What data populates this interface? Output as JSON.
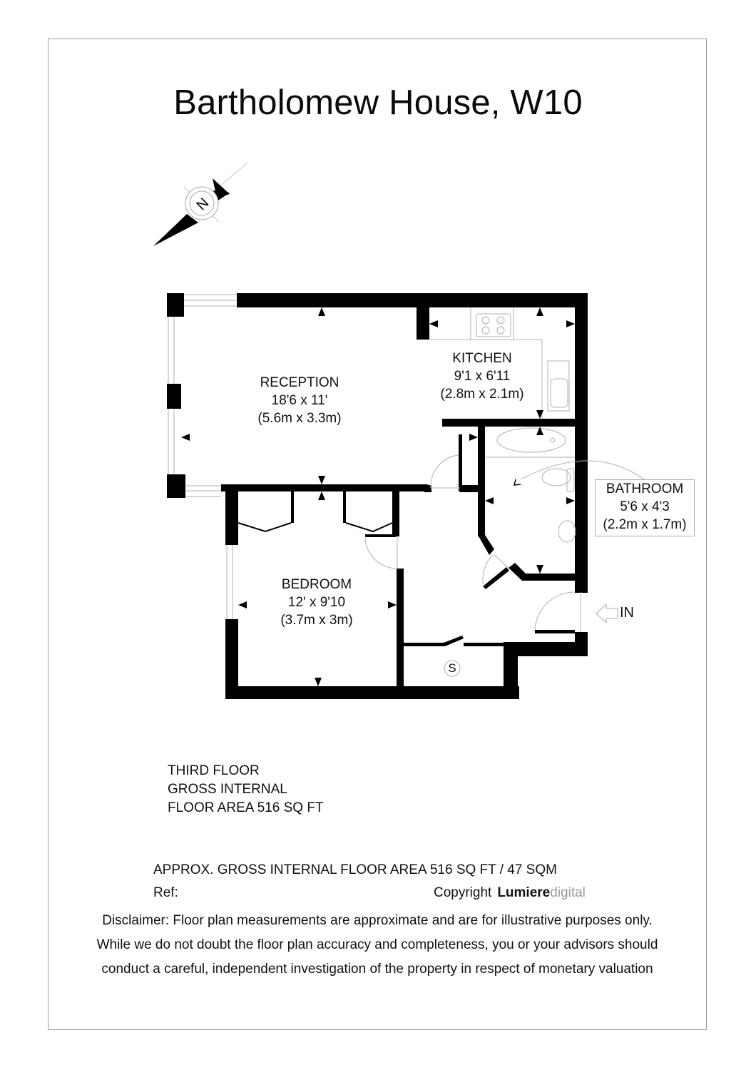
{
  "title": "Bartholomew House, W10",
  "compass": {
    "label": "N",
    "icon": "north-arrow-compass"
  },
  "rooms": {
    "reception": {
      "name": "RECEPTION",
      "imperial": "18'6 x 11'",
      "metric": "(5.6m x 3.3m)"
    },
    "kitchen": {
      "name": "KITCHEN",
      "imperial": "9'1 x 6'11",
      "metric": "(2.8m x 2.1m)"
    },
    "bathroom": {
      "name": "BATHROOM",
      "imperial": "5'6 x 4'3",
      "metric": "(2.2m x 1.7m)"
    },
    "bedroom": {
      "name": "BEDROOM",
      "imperial": "12' x 9'10",
      "metric": "(3.7m x 3m)"
    },
    "storage": {
      "label": "S"
    }
  },
  "entrance": {
    "label": "IN",
    "icon": "entrance-arrow"
  },
  "floor_info": {
    "line1": "THIRD FLOOR",
    "line2": "GROSS INTERNAL",
    "line3": "FLOOR AREA 516 SQ FT"
  },
  "footer": {
    "approx_area": "APPROX. GROSS INTERNAL FLOOR AREA 516 SQ FT / 47 SQM",
    "ref_label": "Ref:",
    "copyright_label": "Copyright",
    "brand_bold": "Lumiere",
    "brand_light": "digital",
    "disclaimer": [
      "Disclaimer: Floor plan measurements are approximate and are for illustrative purposes only.",
      "While we do not doubt the floor plan accuracy and completeness, you or your advisors should",
      "conduct a careful, independent investigation of the property in respect of monetary valuation"
    ]
  },
  "colors": {
    "wall": "#000000",
    "fixture_line": "#a0a0a0",
    "frame": "#9a9a9a",
    "brand_light": "#9a9a9a"
  }
}
